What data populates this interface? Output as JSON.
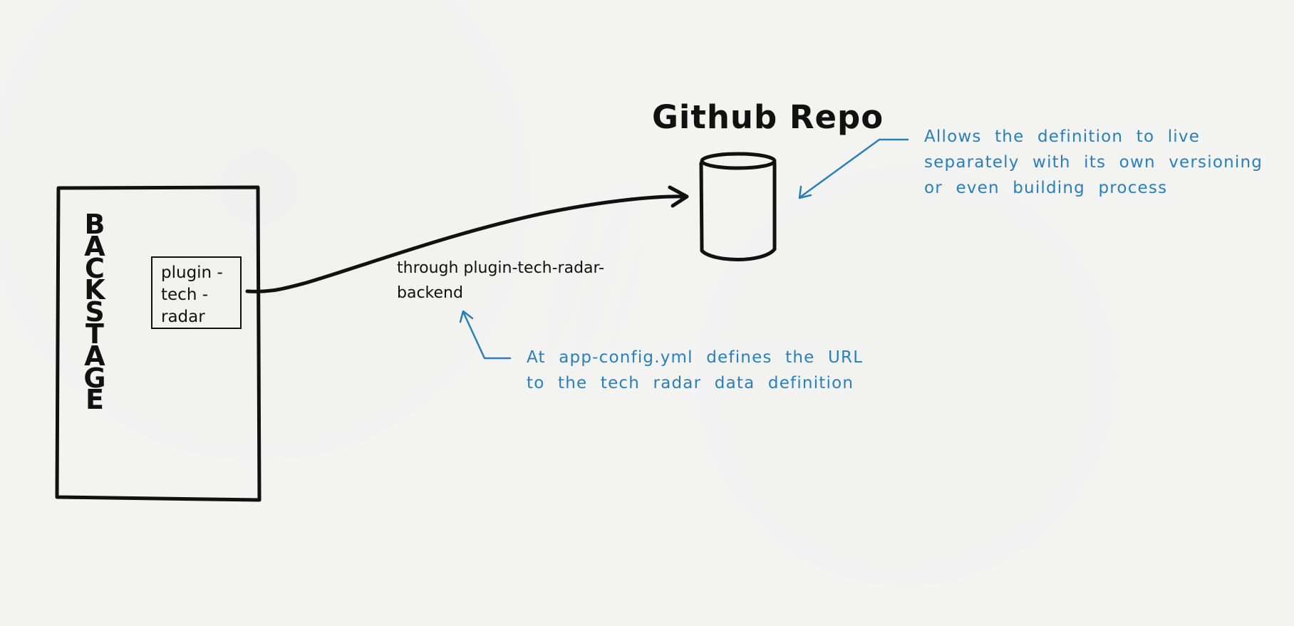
{
  "title": "Github Repo",
  "backstage_letters": [
    "B",
    "A",
    "C",
    "K",
    "S",
    "T",
    "A",
    "G",
    "E"
  ],
  "plugin_lines": [
    "plugin -",
    "tech -",
    "radar"
  ],
  "through_lines": [
    "through plugin-tech-radar-",
    "backend"
  ],
  "note_top_lines": [
    "Allows the definition to live",
    "separately with its own versioning",
    "or even building process"
  ],
  "note_bottom_lines": [
    "At app-config.yml defines the URL",
    "to the tech radar data definition"
  ],
  "colors": {
    "ink": "#111111",
    "annotation": "#2b7fb8",
    "paper": "#f4f4f3"
  }
}
